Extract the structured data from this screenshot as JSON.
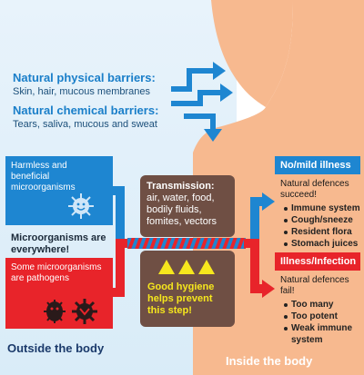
{
  "physical": {
    "title": "Natural physical barriers:",
    "text": "Skin, hair, mucous membranes"
  },
  "chemical": {
    "title": "Natural chemical barriers:",
    "text": "Tears, saliva, mucous and sweat"
  },
  "harmless_box": "Harmless and beneficial microorganisms",
  "everywhere": "Microorganisms are everywhere!",
  "pathogens_box": "Some microorganisms are pathogens",
  "transmission": {
    "title": "Transmission:",
    "text": "air, water, food, bodily fluids, fomites, vectors"
  },
  "hygiene": "Good hygiene helps prevent this step!",
  "no_illness": {
    "header": "No/mild illness",
    "intro": "Natural defences succeed!",
    "items": [
      "Immune system",
      "Cough/sneeze",
      "Resident flora",
      "Stomach juices"
    ]
  },
  "illness": {
    "header": "Illness/Infection",
    "intro": "Natural defences fail!",
    "items": [
      "Too many",
      "Too potent",
      "Weak immune system"
    ]
  },
  "outside_label": "Outside the body",
  "inside_label": "Inside the body",
  "colors": {
    "blue": "#1e86d1",
    "red": "#e8242a",
    "skin": "#f7b98f",
    "brown": "#6f4f44",
    "yellow": "#f6e71d"
  },
  "icons": [
    "blue-arrows-icon",
    "microbe-smiley-icon",
    "germ-icon",
    "virus-icon",
    "warning-triangle-icon",
    "red-arrow-icon"
  ]
}
